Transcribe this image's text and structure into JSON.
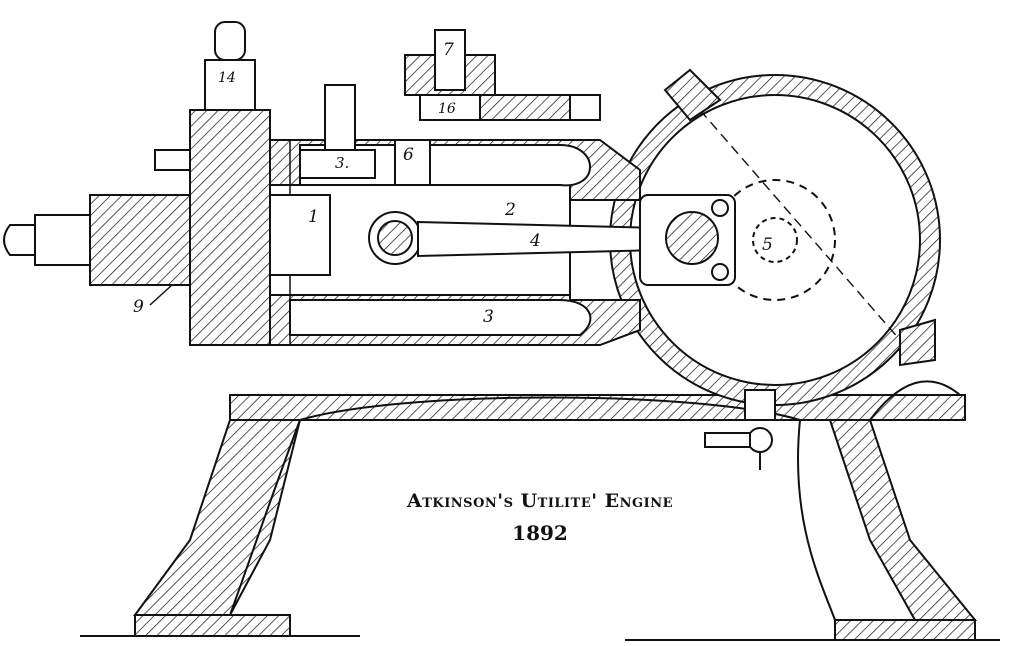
{
  "caption": {
    "title": "Atkinson's Utilite' Engine",
    "year": "1892"
  },
  "part_labels": {
    "p1": "1",
    "p2": "2",
    "p3_top": "3.",
    "p3_bottom": "3",
    "p4": "4",
    "p5": "5",
    "p6": "6",
    "p7": "7",
    "p9": "9",
    "p14": "14",
    "p16": "16"
  },
  "colors": {
    "ink": "#111111",
    "paper": "#ffffff"
  }
}
